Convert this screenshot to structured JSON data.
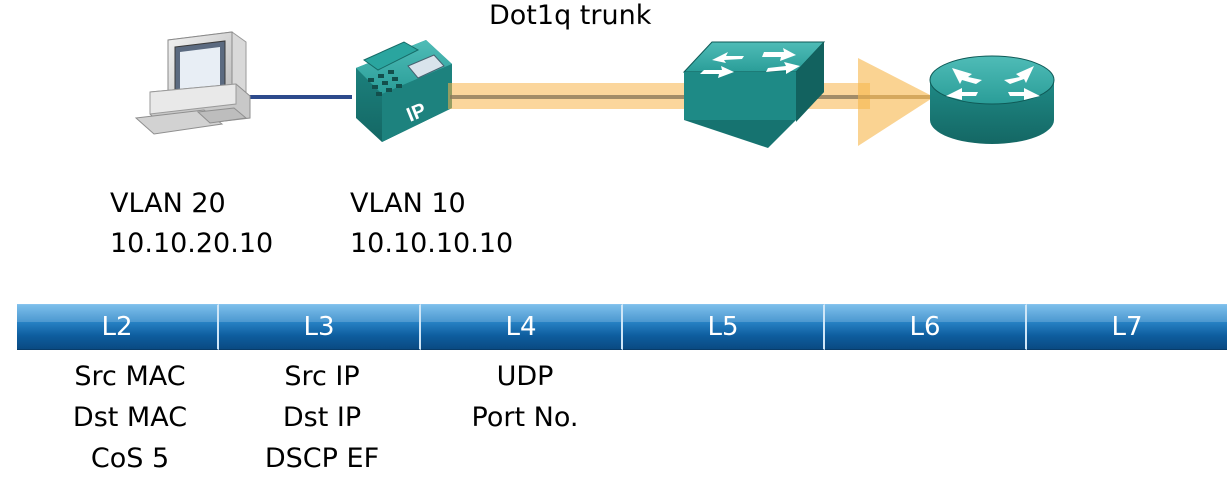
{
  "diagram": {
    "trunk_label": "Dot1q trunk",
    "pc": {
      "vlan": "VLAN 20",
      "ip": "10.10.20.10"
    },
    "phone": {
      "vlan": "VLAN 10",
      "ip": "10.10.10.10",
      "screen_text": "IP"
    },
    "colors": {
      "device_teal": "#1f8f8c",
      "trunk_arrow": "#f7b54a",
      "link_line": "#2d4a8c",
      "layer_blue": "#0e5d9e"
    },
    "icons": [
      "pc-icon",
      "ip-phone-icon",
      "switch-icon",
      "router-icon"
    ]
  },
  "layers": [
    {
      "label": "L2",
      "items": [
        "Src MAC",
        "Dst MAC",
        "CoS 5"
      ]
    },
    {
      "label": "L3",
      "items": [
        "Src IP",
        "Dst IP",
        "DSCP EF"
      ]
    },
    {
      "label": "L4",
      "items": [
        "UDP",
        "Port No."
      ]
    },
    {
      "label": "L5",
      "items": []
    },
    {
      "label": "L6",
      "items": []
    },
    {
      "label": "L7",
      "items": []
    }
  ]
}
